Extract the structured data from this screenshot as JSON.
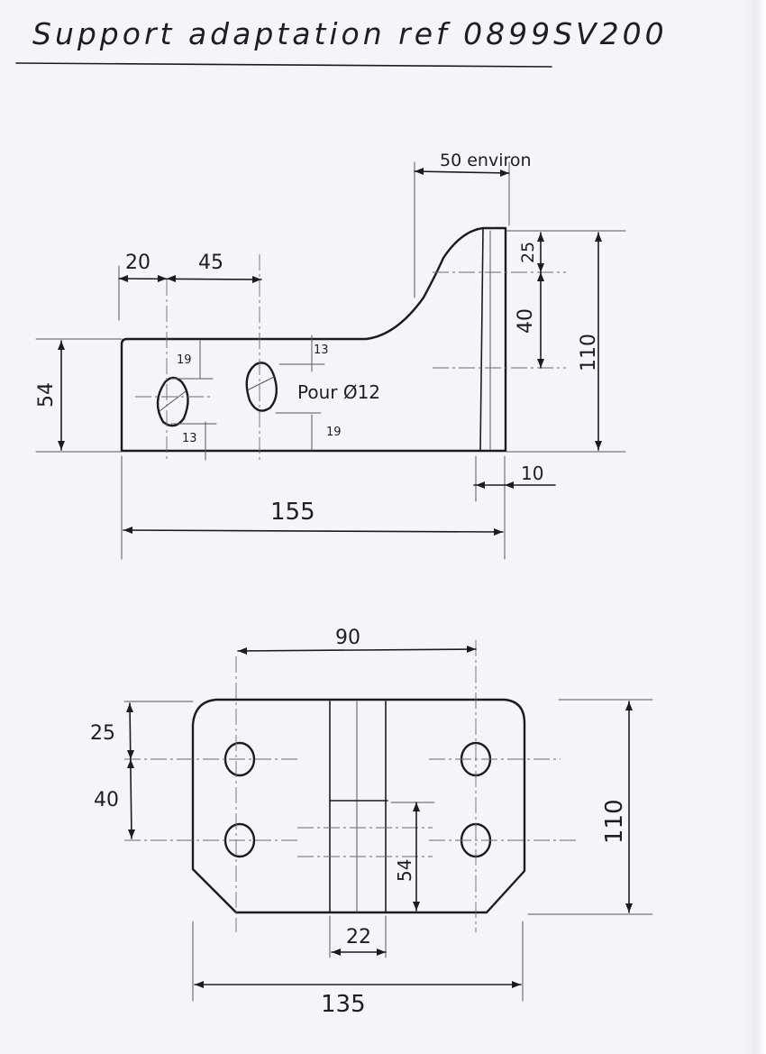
{
  "title": "Support adaptation ref 0899SV200",
  "top_view": {
    "dims": {
      "d_50": "50 environ",
      "d_20": "20",
      "d_45": "45",
      "d_25": "25",
      "d_40": "40",
      "d_110": "110",
      "d_54": "54",
      "d_19_a": "19",
      "d_13_a": "13",
      "d_13_b": "13",
      "d_19_b": "19",
      "d_10": "10",
      "d_155": "155"
    },
    "note": "Pour Ø12"
  },
  "bottom_view": {
    "dims": {
      "d_90": "90",
      "d_25": "25",
      "d_40": "40",
      "d_110": "110",
      "d_54": "54",
      "d_22": "22",
      "d_135": "135"
    }
  }
}
